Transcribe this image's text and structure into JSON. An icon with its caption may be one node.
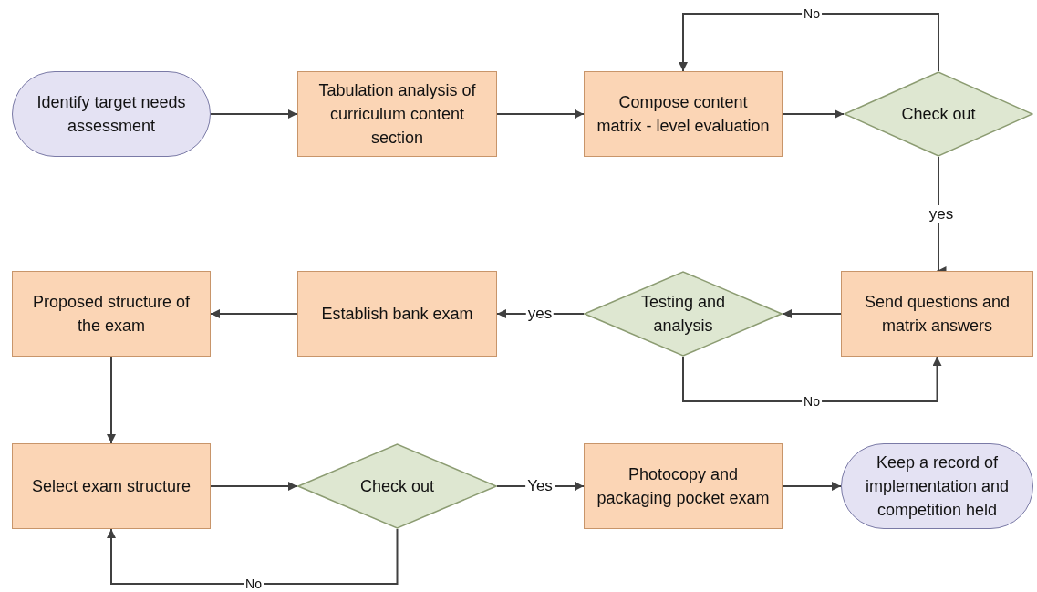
{
  "diagram": {
    "nodes": [
      {
        "text": [
          "Identify target needs assessment"
        ]
      },
      {
        "text": [
          "Tabulation analysis of curriculum content section"
        ]
      },
      {
        "text": [
          "Compose content matrix - level evaluation"
        ]
      },
      {
        "text": [
          "Check out"
        ]
      },
      {
        "text": [
          "Send questions and matrix answers"
        ]
      },
      {
        "text": [
          "Testing and analysis"
        ]
      },
      {
        "text": [
          "Establish bank exam"
        ]
      },
      {
        "text": [
          "Proposed structure of the exam"
        ]
      },
      {
        "text": [
          "Select exam structure"
        ]
      },
      {
        "text": [
          "Check out"
        ]
      },
      {
        "text": [
          "Photocopy and packaging pocket exam"
        ]
      },
      {
        "text": [
          "Keep a record of implementation and competition held"
        ]
      }
    ],
    "edges": [
      {
        "from": 0,
        "to": 1,
        "arrow": "to"
      },
      {
        "from": 1,
        "to": 2,
        "arrow": "to"
      },
      {
        "from": 2,
        "to": 3,
        "arrow": "to"
      },
      {
        "from": 3,
        "to": 2,
        "label": "No",
        "arrow": "to"
      },
      {
        "from": 3,
        "to": 4,
        "label": "yes",
        "arrow": "to"
      },
      {
        "from": 4,
        "to": 5,
        "arrow": "to"
      },
      {
        "from": 5,
        "to": 6,
        "label": "yes",
        "arrow": "to"
      },
      {
        "from": 5,
        "to": 4,
        "label": "No",
        "arrow": "to"
      },
      {
        "from": 6,
        "to": 7,
        "arrow": "to"
      },
      {
        "from": 7,
        "to": 8,
        "arrow": "to"
      },
      {
        "from": 8,
        "to": 9,
        "arrow": "to"
      },
      {
        "from": 9,
        "to": 10,
        "label": "Yes",
        "arrow": "to"
      },
      {
        "from": 10,
        "to": 11,
        "arrow": "to"
      },
      {
        "from": 9,
        "to": 8,
        "label": "No",
        "arrow": "to"
      }
    ]
  }
}
